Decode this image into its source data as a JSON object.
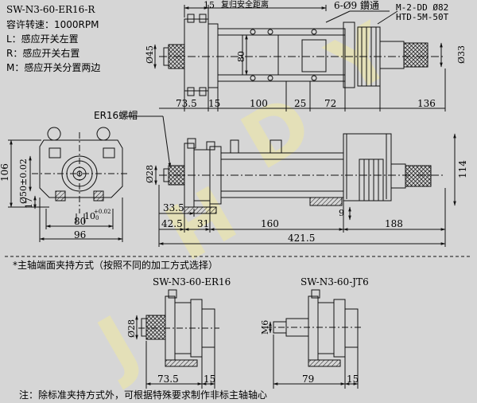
{
  "spec": {
    "model": "SW-N3-60-ER16-R",
    "speed": "容许转速：1000RPM",
    "left": "L：感应开关左置",
    "right": "R：感应开关右置",
    "both": "M：感应开关分置两边"
  },
  "top_view": {
    "return_label": "复归安全距离",
    "holes": "6-Ø9 鑽通",
    "belt_label": "M-2-DD Ø82",
    "belt_code": "HTD-5M-50T",
    "dims": {
      "d15_top": "15",
      "d45": "Ø45",
      "d80": "80",
      "d33": "Ø33",
      "d73_5": "73.5",
      "d15_b": "15",
      "d100": "100",
      "d25": "25",
      "d72": "72",
      "d136": "136"
    }
  },
  "side_view": {
    "er16_label": "ER16螺帽",
    "dims": {
      "d28": "Ø28",
      "d114": "114",
      "d33_5": "33.5",
      "d9": "9",
      "d42_5": "42.5",
      "d31": "31",
      "d160": "160",
      "d188": "188",
      "d421_5": "421.5"
    }
  },
  "end_view": {
    "dims": {
      "d106": "106",
      "d50": "Ø50±0.02",
      "d17": "17",
      "d10": "10",
      "d10_tol": "+0.02",
      "d10_tol2": "0",
      "d80": "80",
      "d96": "96"
    }
  },
  "clamping": {
    "note": "*主轴端面夹持方式（按照不同的加工方式选择）",
    "left_title": "SW-N3-60-ER16",
    "right_title": "SW-N3-60-JT6",
    "left_dims": {
      "d28": "Ø28",
      "d73_5": "73.5",
      "d15": "15"
    },
    "right_dims": {
      "m6": "M6",
      "d79": "79",
      "d15": "15"
    }
  },
  "footer": "注：除标准夹持方式外，可根据特殊要求制作非标主轴轴心",
  "watermark": "JHDYU",
  "colors": {
    "background": "#d6d6d6",
    "line": "#111111",
    "watermark": "#e6e0a8"
  }
}
